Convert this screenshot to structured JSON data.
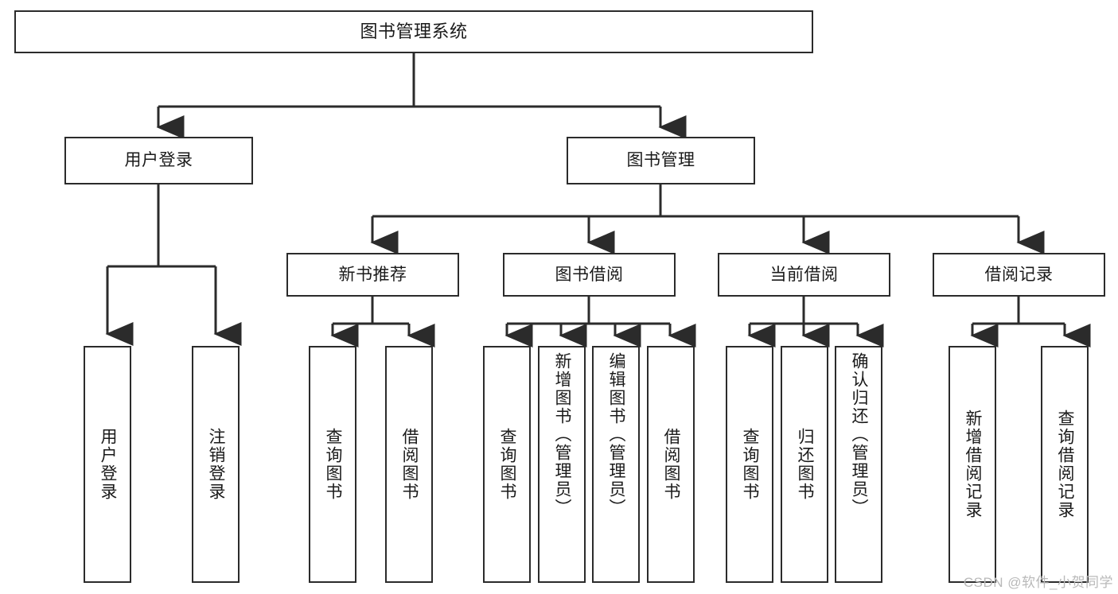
{
  "diagram": {
    "type": "tree",
    "title": "图书管理系统",
    "root": {
      "label": "图书管理系统"
    },
    "level1": [
      {
        "label": "用户登录"
      },
      {
        "label": "图书管理"
      }
    ],
    "level2": [
      {
        "label": "新书推荐"
      },
      {
        "label": "图书借阅"
      },
      {
        "label": "当前借阅"
      },
      {
        "label": "借阅记录"
      }
    ],
    "leaves": {
      "user_login": [
        {
          "label": "用户登录"
        },
        {
          "label": "注销登录"
        }
      ],
      "new_book": [
        {
          "label": "查询图书"
        },
        {
          "label": "借阅图书"
        }
      ],
      "book_borrow": [
        {
          "label": "查询图书"
        },
        {
          "label": "新增图书（管理员）"
        },
        {
          "label": "编辑图书（管理员）"
        },
        {
          "label": "借阅图书"
        }
      ],
      "current_borrow": [
        {
          "label": "查询图书"
        },
        {
          "label": "归还图书"
        },
        {
          "label": "确认归还（管理员）"
        }
      ],
      "borrow_record": [
        {
          "label": "新增借阅记录"
        },
        {
          "label": "查询借阅记录"
        }
      ]
    }
  },
  "watermark": {
    "text": "CSDN @软件_小贺同学"
  },
  "colors": {
    "box_border": "#2b2b2b",
    "box_fill": "#ffffff",
    "line": "#2b2b2b",
    "text": "#1a1a1a",
    "watermark": "#b9b9b9"
  }
}
